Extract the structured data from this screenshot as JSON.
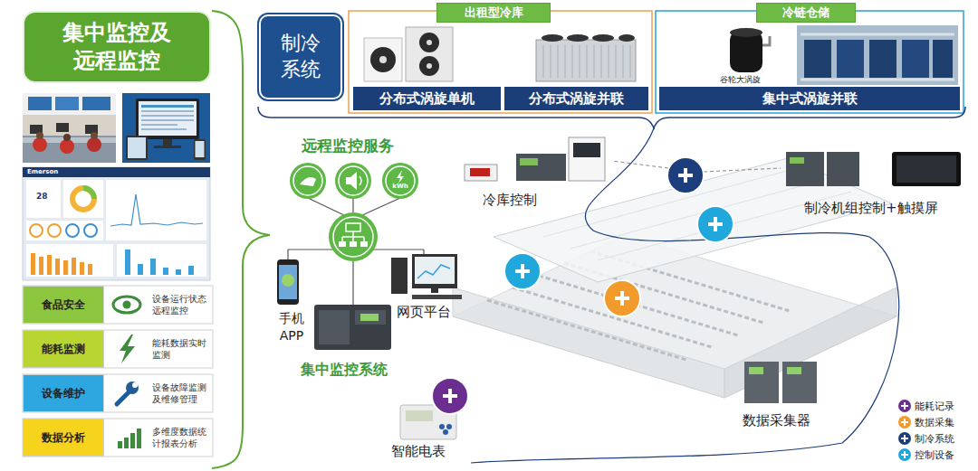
{
  "diagram": {
    "nodes": [
      {
        "text": [
          "集中监控及 远程监控"
        ]
      },
      {
        "text": [
          "食品安全"
        ]
      },
      {
        "text": [
          "设备运行状态 远程监控"
        ]
      },
      {
        "text": [
          "能耗监测"
        ]
      },
      {
        "text": [
          "能耗数据实时 监测"
        ]
      },
      {
        "text": [
          "设备维护"
        ]
      },
      {
        "text": [
          "设备故障监测 及维修管理"
        ]
      },
      {
        "text": [
          "数据分析"
        ]
      },
      {
        "text": [
          "多维度数据统 计报表分析"
        ]
      },
      {
        "text": [
          "制冷 系统"
        ]
      },
      {
        "text": [
          "出租型冷库"
        ]
      },
      {
        "text": [
          "分布式涡旋单机"
        ]
      },
      {
        "text": [
          "分布式涡旋并联"
        ]
      },
      {
        "text": [
          "冷链仓储"
        ]
      },
      {
        "text": [
          "集中式涡旋并联"
        ]
      }
    ],
    "labels": [
      "Emerson",
      "28",
      "kWh",
      "谷轮大涡旋",
      "远程监控服务",
      "冷库控制",
      "制冷机组控制+触摸屏",
      "手机 APP",
      "网页平台",
      "集中监控系统",
      "数据采集器",
      "智能电表"
    ],
    "legend": [
      {
        "text": "能耗记录",
        "color": "#6b2d90"
      },
      {
        "text": "数据采集",
        "color": "#f39a2c"
      },
      {
        "text": "制冷系统",
        "color": "#1c3e7c"
      },
      {
        "text": "控制设备",
        "color": "#20a8dc"
      }
    ]
  }
}
